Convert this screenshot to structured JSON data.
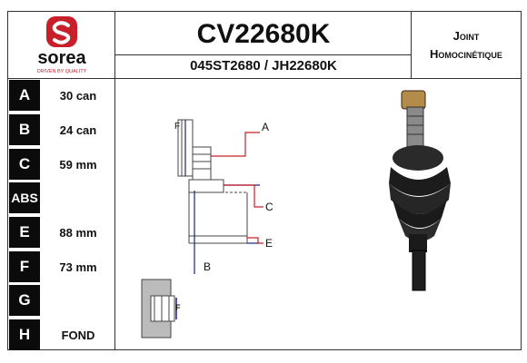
{
  "brand": {
    "name": "sorea",
    "tagline": "DRIVEN BY QUALITY",
    "color": "#c8202a"
  },
  "header": {
    "code": "CV22680K",
    "references": "045ST2680 / JH22680K",
    "type_line1": "Joint",
    "type_line2": "Homocinétique"
  },
  "specs": [
    {
      "label": "A",
      "value": "30 can"
    },
    {
      "label": "B",
      "value": "24 can"
    },
    {
      "label": "C",
      "value": "59 mm"
    },
    {
      "label": "ABS",
      "value": ""
    },
    {
      "label": "E",
      "value": "88 mm"
    },
    {
      "label": "F",
      "value": "73 mm"
    },
    {
      "label": "G",
      "value": ""
    },
    {
      "label": "H",
      "value": "FOND"
    }
  ],
  "diagram": {
    "labels": {
      "a": "A",
      "b": "B",
      "c": "C",
      "e": "E",
      "f": "F"
    },
    "accent": "#c8202a",
    "line_color": "#1a237e"
  }
}
